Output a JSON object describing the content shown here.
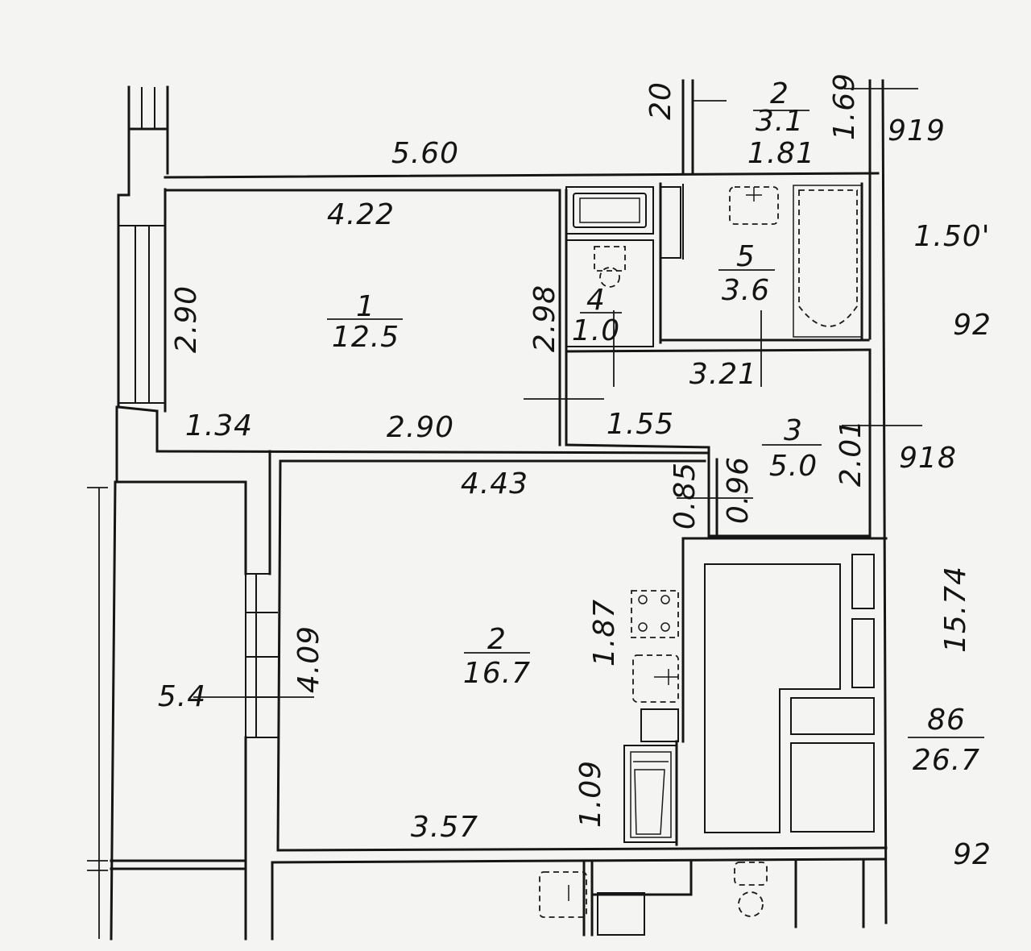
{
  "rooms": [
    {
      "number": "1",
      "area": "12.5"
    },
    {
      "number": "2",
      "area": "16.7"
    },
    {
      "number": "3",
      "area": "5.0"
    },
    {
      "number": "4",
      "area": "1.0"
    },
    {
      "number": "5",
      "area": "3.6"
    },
    {
      "number": "2",
      "area": "3.1"
    }
  ],
  "balcony_area": "5.4",
  "apartment": {
    "number": "86",
    "area": "26.7"
  },
  "dimensions": {
    "top_length": "5.60",
    "room1_top": "4.22",
    "room1_left": "2.90",
    "room1_right": "2.98",
    "room1_bottom_left": "1.34",
    "room1_bottom": "2.90",
    "hall_bottom": "1.55",
    "hall_top": "3.21",
    "bath_top": "1.81",
    "wall_20": "20",
    "wall_169": "1.69",
    "room3_right": "2.01",
    "niche_a": "0.85",
    "niche_b": "0.96",
    "room2_top": "4.43",
    "kitchen_depth": "1.87",
    "room2_left": "4.09",
    "room2_bottom_small": "1.09",
    "room2_bottom": "3.57",
    "building_length": "15.74"
  },
  "margin_marks": [
    "919",
    "1.50'",
    "92",
    "918",
    "92"
  ]
}
